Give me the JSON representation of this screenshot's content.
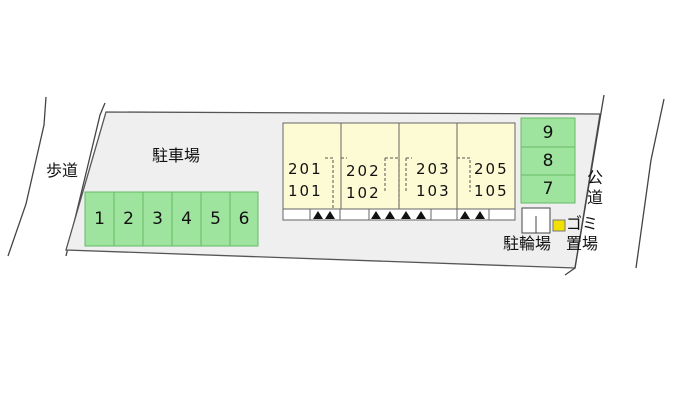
{
  "labels": {
    "sidewalk": "歩道",
    "parking": "駐車場",
    "public_road": "公道",
    "bike_parking": "駐輪場",
    "garbage": "ゴミ置場"
  },
  "parking_row_left": [
    "1",
    "2",
    "3",
    "4",
    "5",
    "6"
  ],
  "parking_col_right": [
    "9",
    "8",
    "7"
  ],
  "units": [
    {
      "upper": "201",
      "lower": "101"
    },
    {
      "upper": "202",
      "lower": "102"
    },
    {
      "upper": "203",
      "lower": "103"
    },
    {
      "upper": "205",
      "lower": "105"
    }
  ],
  "colors": {
    "lot": "#efefef",
    "parking_fill": "#9ee39e",
    "parking_stroke": "#66bb66",
    "building_fill": "#fdfbd3",
    "garbage_fill": "#f2e000"
  }
}
